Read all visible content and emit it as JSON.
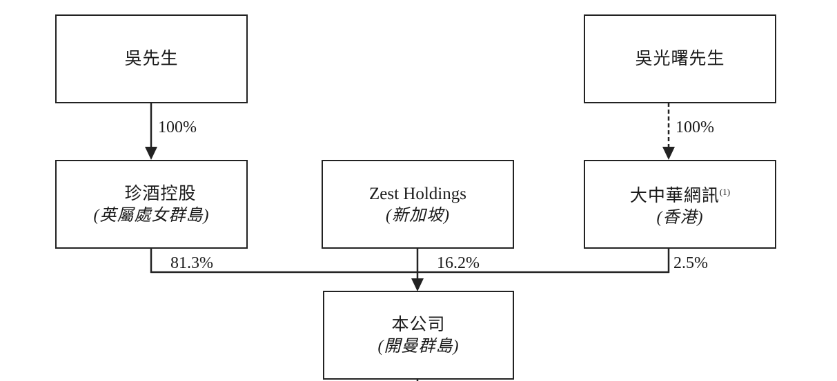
{
  "diagram": {
    "type": "shareholding-structure",
    "nodes": {
      "mr_wu": {
        "name": "吳先生",
        "jurisdiction": ""
      },
      "mr_wu_guangshu": {
        "name": "吳光曙先生",
        "jurisdiction": ""
      },
      "zhenjiu_holdings": {
        "name": "珍酒控股",
        "jurisdiction": "(英屬處女群島)"
      },
      "zest_holdings": {
        "name": "Zest Holdings",
        "jurisdiction": "(新加坡)"
      },
      "greater_china_net": {
        "name": "大中華網訊",
        "footnote": "(1)",
        "jurisdiction": "(香港)"
      },
      "company": {
        "name": "本公司",
        "jurisdiction": "(開曼群島)"
      }
    },
    "edges": {
      "mr_wu_to_zhenjiu": {
        "label": "100%",
        "style": "solid"
      },
      "mr_wu_guangshu_to_gcn": {
        "label": "100%",
        "style": "dashed"
      },
      "zhenjiu_to_company": {
        "label": "81.3%",
        "style": "solid"
      },
      "zest_to_company": {
        "label": "16.2%",
        "style": "solid"
      },
      "gcn_to_company": {
        "label": "2.5%",
        "style": "solid"
      }
    },
    "colors": {
      "line": "#222222",
      "text": "#1a1a1a",
      "background": "#ffffff"
    }
  }
}
